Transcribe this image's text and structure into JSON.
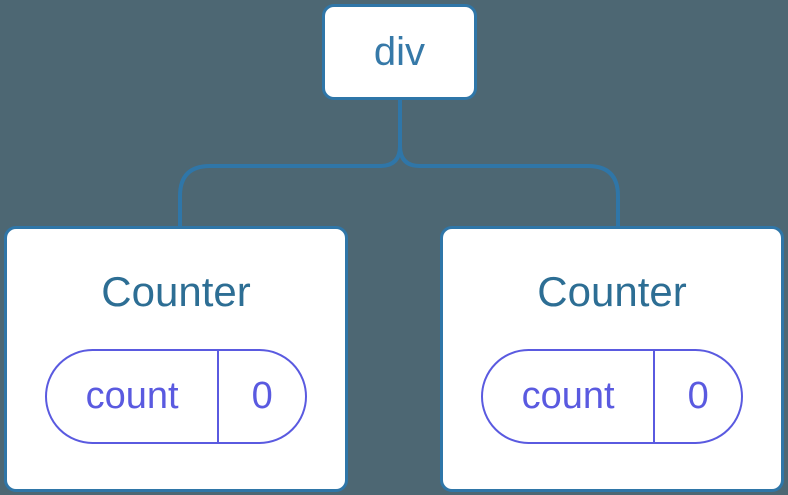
{
  "colors": {
    "background": "#4D6773",
    "connector": "#2F76A8",
    "node-border": "#2F76A8",
    "root-label": "#3679A8",
    "component-title": "#2D6E94",
    "state-accent": "#5A5AE0",
    "node-fill": "#FFFFFF"
  },
  "tree": {
    "root": {
      "label": "div"
    },
    "children": [
      {
        "label": "Counter",
        "state": {
          "key": "count",
          "value": "0"
        }
      },
      {
        "label": "Counter",
        "state": {
          "key": "count",
          "value": "0"
        }
      }
    ]
  }
}
